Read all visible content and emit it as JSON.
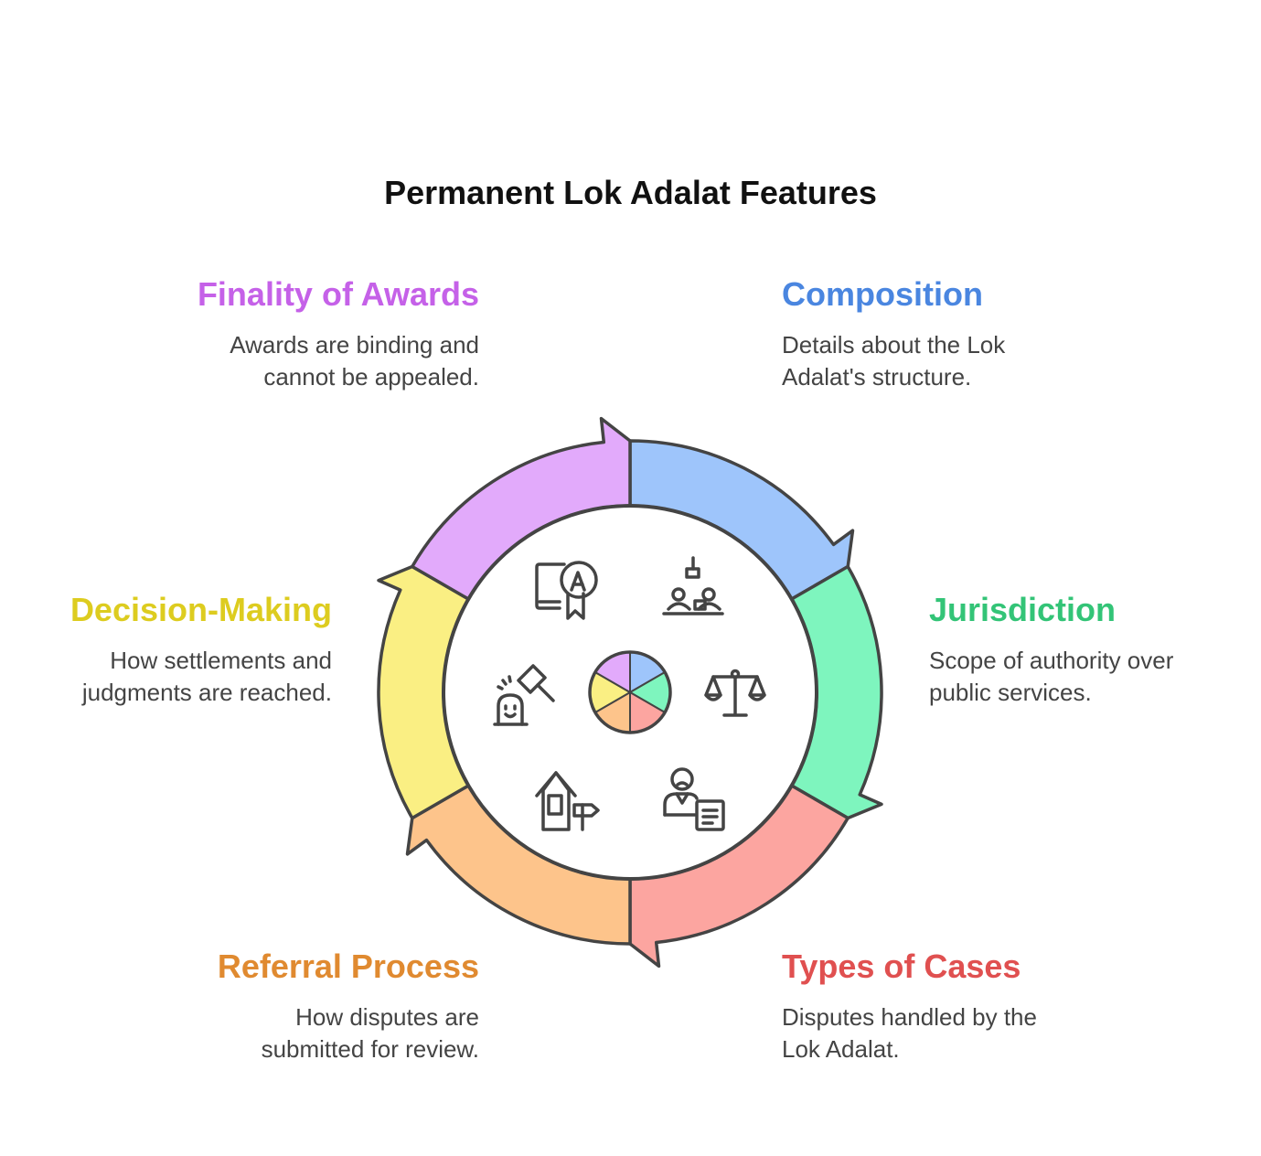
{
  "title": "Permanent Lok Adalat Features",
  "segments": [
    {
      "key": "composition",
      "title": "Composition",
      "desc_line1": "Details about the Lok",
      "desc_line2": "Adalat's structure.",
      "color": "#4a86e0",
      "fill": "#9ec5fb",
      "icon": "meeting-table-icon"
    },
    {
      "key": "jurisdiction",
      "title": "Jurisdiction",
      "desc_line1": "Scope of authority over",
      "desc_line2": "public services.",
      "color": "#33c477",
      "fill": "#7ef5be",
      "icon": "scales-icon"
    },
    {
      "key": "types",
      "title": "Types of Cases",
      "desc_line1": "Disputes handled by the",
      "desc_line2": "Lok Adalat.",
      "color": "#e05050",
      "fill": "#fca5a0",
      "icon": "person-document-icon"
    },
    {
      "key": "referral",
      "title": "Referral Process",
      "desc_line1": "How disputes are",
      "desc_line2": "submitted for review.",
      "color": "#e08a30",
      "fill": "#fdc48b",
      "icon": "building-signpost-icon"
    },
    {
      "key": "decision",
      "title": "Decision-Making",
      "desc_line1": "How settlements and",
      "desc_line2": "judgments are reached.",
      "color": "#ddcc1f",
      "fill": "#faef83",
      "icon": "gavel-icon"
    },
    {
      "key": "finality",
      "title": "Finality of Awards",
      "desc_line1": "Awards are binding and",
      "desc_line2": "cannot be appealed.",
      "color": "#c561e8",
      "fill": "#e2aafb",
      "icon": "award-certificate-icon"
    }
  ]
}
